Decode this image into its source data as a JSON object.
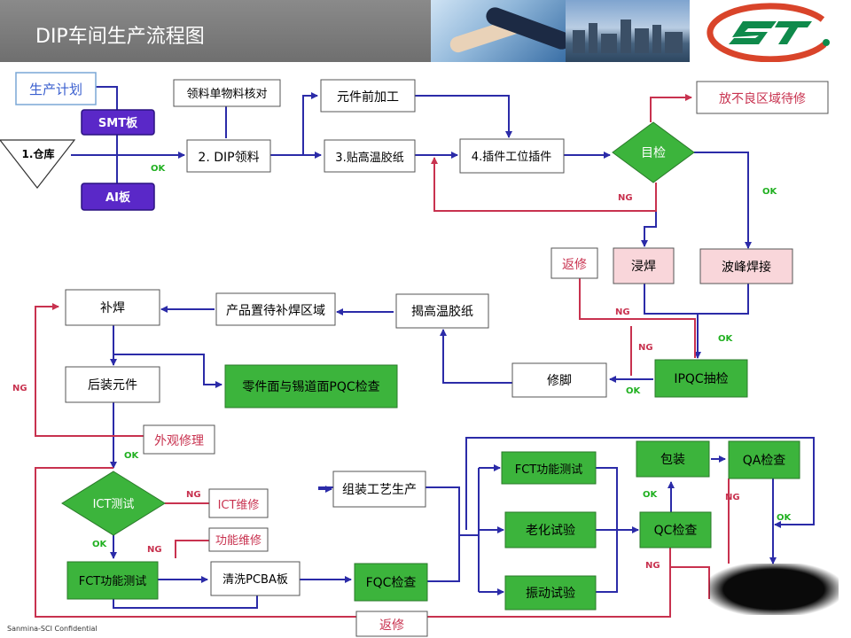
{
  "header": {
    "title": "DIP车间生产流程图"
  },
  "footer": {
    "text": "Sanmina-SCI Confidential"
  },
  "colors": {
    "blue": "#2b2ba8",
    "red": "#c8324f",
    "green": "#3cb43c",
    "pink": "#f9d6da",
    "purple": "#5a28c8",
    "label_green": "#20b020"
  },
  "nodes": {
    "plan": "生产计划",
    "smt": "SMT板",
    "ai": "AI板",
    "warehouse": "1.仓库",
    "check_bom": "领料单物料核对",
    "dip_pick": "2. DIP领料",
    "pre_process": "元件前加工",
    "tape": "3.贴高温胶纸",
    "insert": "4.插件工位插件",
    "visual_check": "目检",
    "defect_area": "放不良区域待修",
    "dip_solder": "浸焊",
    "wave_solder": "波峰焊接",
    "rework_top": "返修",
    "ipqc": "IPQC抽检",
    "trim": "修脚",
    "remove_tape": "揭高温胶纸",
    "wait_area": "产品置待补焊区域",
    "touchup": "补焊",
    "post_mount": "后装元件",
    "pqc": "零件面与锡道面PQC检查",
    "appearance_repair": "外观修理",
    "ict": "ICT测试",
    "ict_repair": "ICT维修",
    "func_repair": "功能维修",
    "fct1": "FCT功能测试",
    "wash": "清洗PCBA板",
    "fqc": "FQC检查",
    "assembly": "组装工艺生产",
    "fct2": "FCT功能测试",
    "aging": "老化试验",
    "vibration": "振动试验",
    "qc": "QC检查",
    "pack": "包装",
    "qa": "QA检查",
    "rework_bottom": "返修"
  },
  "labels": {
    "ok": "OK",
    "ng": "NG"
  }
}
